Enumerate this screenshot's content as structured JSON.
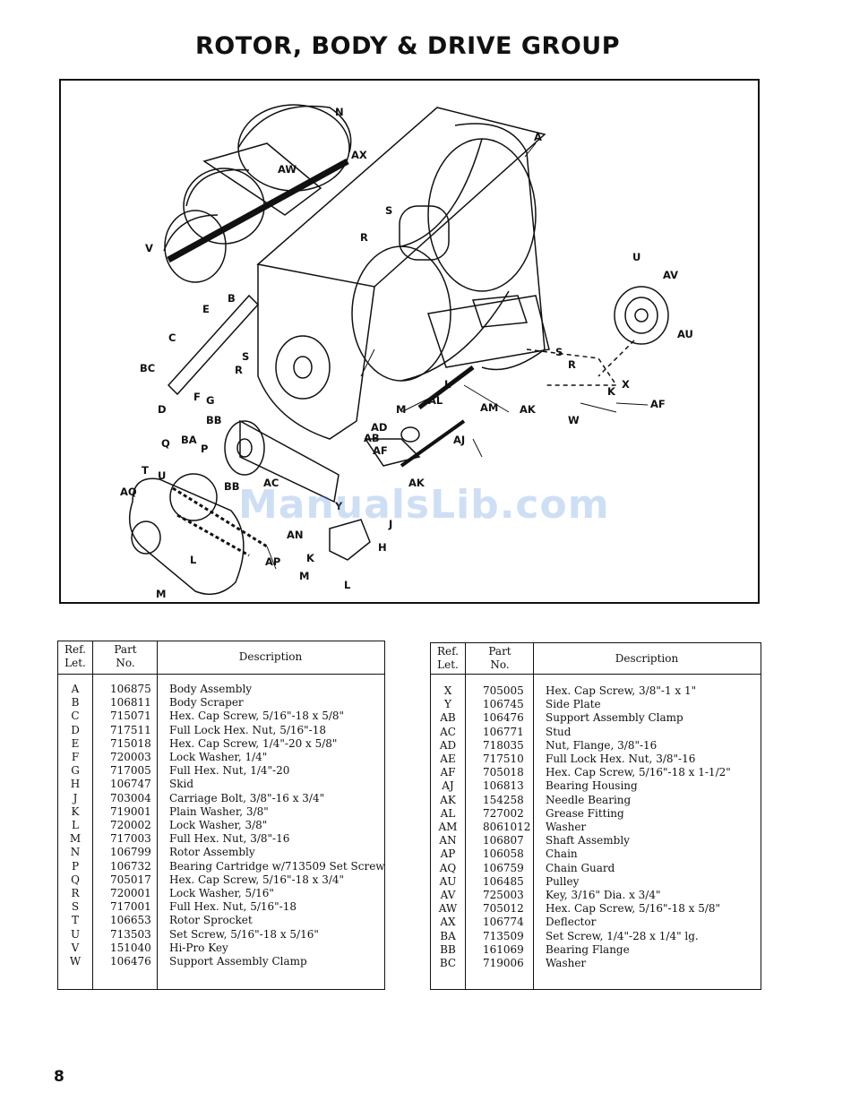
{
  "page": {
    "title": "ROTOR, BODY & DRIVE GROUP",
    "page_number": "8",
    "watermark": "ManualsLib.com"
  },
  "diagram": {
    "callouts": [
      "N",
      "A",
      "AX",
      "AW",
      "S",
      "R",
      "V",
      "U",
      "AV",
      "AU",
      "B",
      "E",
      "C",
      "BC",
      "S",
      "R",
      "F",
      "G",
      "D",
      "S",
      "R",
      "L",
      "X",
      "K",
      "AF",
      "W",
      "AD",
      "AB",
      "AF",
      "M",
      "AL",
      "AM",
      "AK",
      "BB",
      "AJ",
      "Q",
      "BA",
      "P",
      "T",
      "U",
      "BB",
      "AC",
      "AK",
      "AQ",
      "Y",
      "J",
      "AN",
      "H",
      "AP",
      "L",
      "K",
      "M",
      "L",
      "M"
    ]
  },
  "table_headers": {
    "ref_line1": "Ref.",
    "ref_line2": "Let.",
    "part_line1": "Part",
    "part_line2": "No.",
    "description": "Description"
  },
  "parts_left": [
    {
      "ref": "A",
      "part": "106875",
      "desc": "Body Assembly"
    },
    {
      "ref": "B",
      "part": "106811",
      "desc": "Body Scraper"
    },
    {
      "ref": "C",
      "part": "715071",
      "desc": "Hex. Cap Screw, 5/16\"-18 x 5/8\""
    },
    {
      "ref": "D",
      "part": "717511",
      "desc": "Full Lock Hex. Nut, 5/16\"-18"
    },
    {
      "ref": "E",
      "part": "715018",
      "desc": "Hex. Cap Screw, 1/4\"-20 x 5/8\""
    },
    {
      "ref": "F",
      "part": "720003",
      "desc": "Lock Washer, 1/4\""
    },
    {
      "ref": "G",
      "part": "717005",
      "desc": "Full Hex. Nut, 1/4\"-20"
    },
    {
      "ref": "H",
      "part": "106747",
      "desc": "Skid"
    },
    {
      "ref": "J",
      "part": "703004",
      "desc": "Carriage Bolt, 3/8\"-16 x 3/4\""
    },
    {
      "ref": "K",
      "part": "719001",
      "desc": "Plain Washer, 3/8\""
    },
    {
      "ref": "L",
      "part": "720002",
      "desc": "Lock Washer, 3/8\""
    },
    {
      "ref": "M",
      "part": "717003",
      "desc": "Full Hex. Nut, 3/8\"-16"
    },
    {
      "ref": "N",
      "part": "106799",
      "desc": "Rotor Assembly"
    },
    {
      "ref": "P",
      "part": "106732",
      "desc": "Bearing Cartridge w/713509 Set Screw"
    },
    {
      "ref": "Q",
      "part": "705017",
      "desc": "Hex. Cap Screw, 5/16\"-18 x 3/4\""
    },
    {
      "ref": "R",
      "part": "720001",
      "desc": "Lock Washer, 5/16\""
    },
    {
      "ref": "S",
      "part": "717001",
      "desc": "Full Hex. Nut, 5/16\"-18"
    },
    {
      "ref": "T",
      "part": "106653",
      "desc": "Rotor Sprocket"
    },
    {
      "ref": "U",
      "part": "713503",
      "desc": "Set Screw, 5/16\"-18 x 5/16\""
    },
    {
      "ref": "V",
      "part": "151040",
      "desc": "Hi-Pro Key"
    },
    {
      "ref": "W",
      "part": "106476",
      "desc": "Support Assembly Clamp"
    }
  ],
  "parts_right": [
    {
      "ref": "X",
      "part": "705005",
      "desc": "Hex. Cap Screw, 3/8\"-1 x 1\""
    },
    {
      "ref": "Y",
      "part": "106745",
      "desc": "Side Plate"
    },
    {
      "ref": "AB",
      "part": "106476",
      "desc": "Support Assembly Clamp"
    },
    {
      "ref": "AC",
      "part": "106771",
      "desc": "Stud"
    },
    {
      "ref": "AD",
      "part": "718035",
      "desc": "Nut, Flange, 3/8\"-16"
    },
    {
      "ref": "AE",
      "part": "717510",
      "desc": "Full Lock Hex. Nut, 3/8\"-16"
    },
    {
      "ref": "AF",
      "part": "705018",
      "desc": "Hex. Cap Screw, 5/16\"-18 x 1-1/2\""
    },
    {
      "ref": "AJ",
      "part": "106813",
      "desc": "Bearing Housing"
    },
    {
      "ref": "AK",
      "part": "154258",
      "desc": "Needle Bearing"
    },
    {
      "ref": "AL",
      "part": "727002",
      "desc": "Grease Fitting"
    },
    {
      "ref": "AM",
      "part": "8061012",
      "desc": "Washer"
    },
    {
      "ref": "AN",
      "part": "106807",
      "desc": "Shaft Assembly"
    },
    {
      "ref": "AP",
      "part": "106058",
      "desc": "Chain"
    },
    {
      "ref": "AQ",
      "part": "106759",
      "desc": "Chain Guard"
    },
    {
      "ref": "AU",
      "part": "106485",
      "desc": "Pulley"
    },
    {
      "ref": "AV",
      "part": "725003",
      "desc": "Key, 3/16\" Dia. x 3/4\""
    },
    {
      "ref": "AW",
      "part": "705012",
      "desc": "Hex. Cap Screw, 5/16\"-18 x 5/8\""
    },
    {
      "ref": "AX",
      "part": "106774",
      "desc": "Deflector"
    },
    {
      "ref": "BA",
      "part": "713509",
      "desc": "Set Screw, 1/4\"-28 x 1/4\" lg."
    },
    {
      "ref": "BB",
      "part": "161069",
      "desc": "Bearing Flange"
    },
    {
      "ref": "BC",
      "part": "719006",
      "desc": "Washer"
    }
  ]
}
